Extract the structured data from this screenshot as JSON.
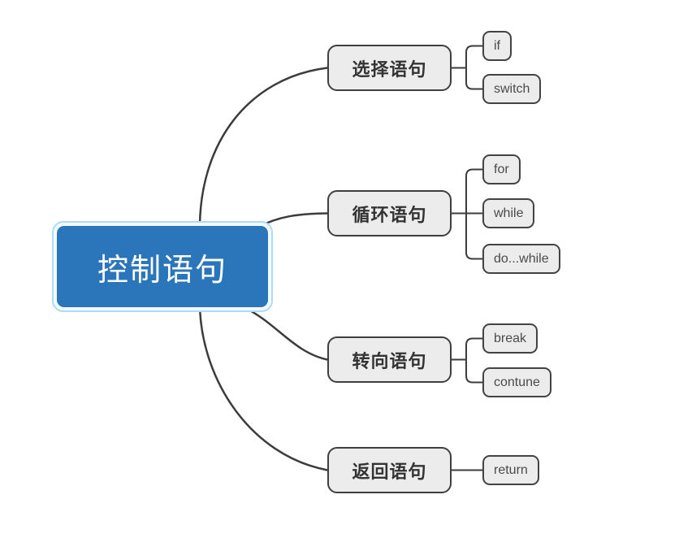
{
  "colors": {
    "background": "#FFFFFF",
    "root_fill": "#2B76BB",
    "root_text": "#FFFFFF",
    "selection_ring": "#A9DDF8",
    "node_fill": "#ECECEC",
    "node_border": "#3F3F3F",
    "branch_text": "#333333",
    "leaf_text": "#4A4A4A",
    "connector": "#3C3C3C"
  },
  "mindmap": {
    "root": {
      "label": "控制语句"
    },
    "branches": [
      {
        "label": "选择语句",
        "children": [
          {
            "label": "if"
          },
          {
            "label": "switch"
          }
        ]
      },
      {
        "label": "循环语句",
        "children": [
          {
            "label": "for"
          },
          {
            "label": "while"
          },
          {
            "label": "do...while"
          }
        ]
      },
      {
        "label": "转向语句",
        "children": [
          {
            "label": "break"
          },
          {
            "label": "contune"
          }
        ]
      },
      {
        "label": "返回语句",
        "children": [
          {
            "label": "return"
          }
        ]
      }
    ]
  }
}
